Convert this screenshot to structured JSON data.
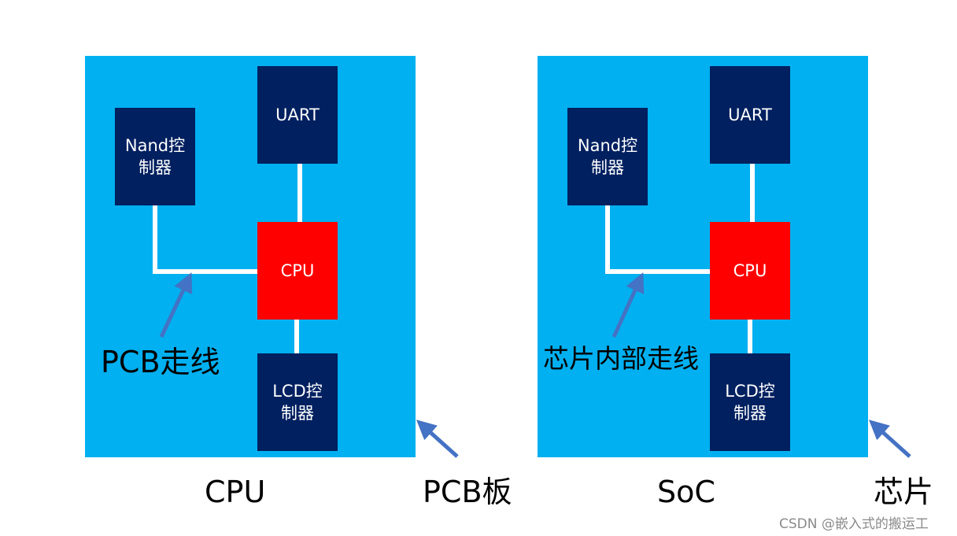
{
  "left_panel": {
    "blocks": {
      "nand": "Nand控\n制器",
      "uart": "UART",
      "cpu": "CPU",
      "lcd": "LCD控\n制器"
    },
    "trace_label": "PCB走线",
    "caption": "CPU",
    "container_label": "PCB板"
  },
  "right_panel": {
    "blocks": {
      "nand": "Nand控\n制器",
      "uart": "UART",
      "cpu": "CPU",
      "lcd": "LCD控\n制器"
    },
    "trace_label": "芯片内部走线",
    "caption": "SoC",
    "container_label": "芯片"
  },
  "watermark": "CSDN @嵌入式的搬运工",
  "colors": {
    "board": "#00b0f0",
    "block": "#002060",
    "cpu": "#ff0000",
    "wire": "#ffffff",
    "arrow": "#4472c4"
  }
}
